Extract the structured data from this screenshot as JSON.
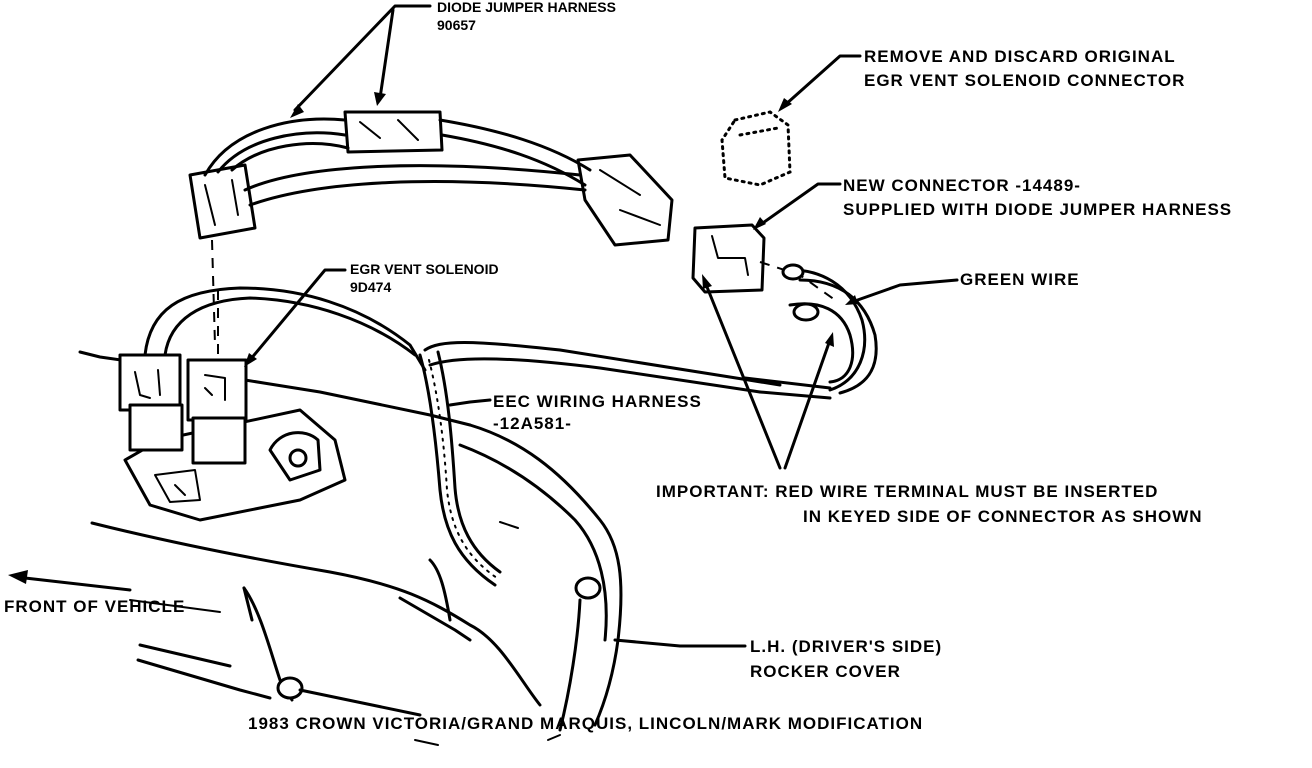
{
  "labels": {
    "diode_harness_name": "DIODE JUMPER HARNESS",
    "diode_harness_part": "90657",
    "remove_line1": "REMOVE AND DISCARD ORIGINAL",
    "remove_line2": "EGR VENT SOLENOID CONNECTOR",
    "new_connector_line1": "NEW CONNECTOR -14489-",
    "new_connector_line2": "SUPPLIED WITH DIODE JUMPER HARNESS",
    "green_wire": "GREEN WIRE",
    "egr_solenoid_name": "EGR VENT SOLENOID",
    "egr_solenoid_part": "9D474",
    "eec_harness_name": "EEC WIRING HARNESS",
    "eec_harness_part": "-12A581-",
    "important_line1": "IMPORTANT: RED WIRE TERMINAL MUST BE INSERTED",
    "important_line2": "IN KEYED SIDE OF CONNECTOR AS SHOWN",
    "front_of_vehicle": "FRONT OF VEHICLE",
    "rocker_line1": "L.H. (DRIVER'S SIDE)",
    "rocker_line2": "ROCKER COVER",
    "caption": "1983 CROWN VICTORIA/GRAND MARQUIS, LINCOLN/MARK MODIFICATION"
  },
  "colors": {
    "ink": "#000000",
    "paper": "#ffffff"
  }
}
